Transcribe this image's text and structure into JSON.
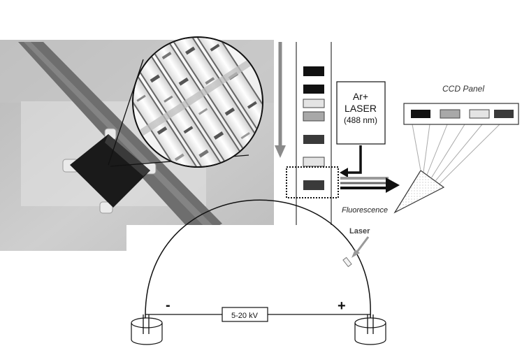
{
  "laser_box": {
    "line1": "Ar+",
    "line2": "LASER",
    "line3": "(488 nm)"
  },
  "ccd_panel_label": "CCD Panel",
  "fluorescence_label": "Fluorescence",
  "laser_pointer_label": "Laser",
  "circuit": {
    "voltage_label": "5-20 kV",
    "negative_terminal": "-",
    "positive_terminal": "+"
  },
  "colors": {
    "band_black": "#111111",
    "band_dark": "#3a3a3a",
    "band_gray": "#a8a8a8",
    "band_light": "#e4e4e4",
    "arrow_gray": "#8a8a8a"
  }
}
